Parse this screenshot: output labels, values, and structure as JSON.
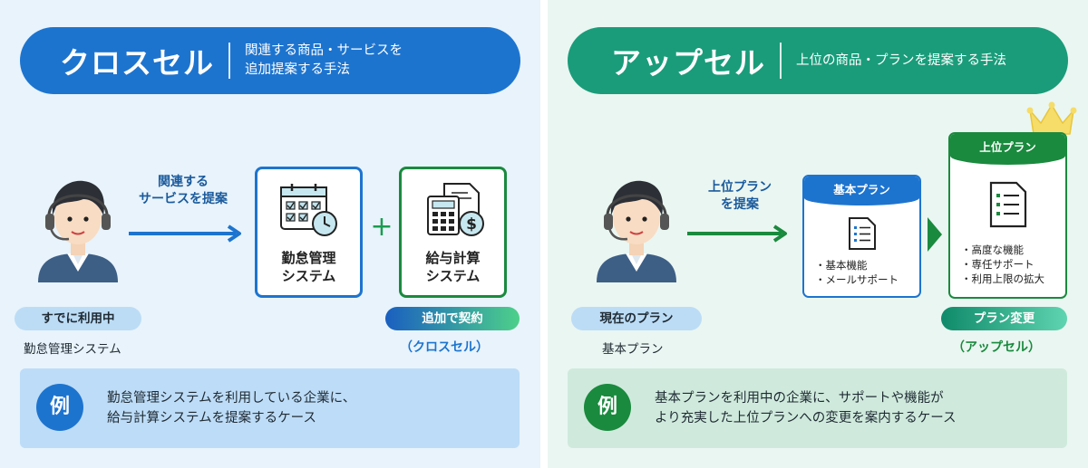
{
  "left": {
    "banner_title": "クロスセル",
    "banner_desc_line1": "関連する商品・サービスを",
    "banner_desc_line2": "追加提案する手法",
    "arrow_label_line1": "関連する",
    "arrow_label_line2": "サービスを提案",
    "box1_line1": "勤怠管理",
    "box1_line2": "システム",
    "plus": "+",
    "box2_line1": "給与計算",
    "box2_line2": "システム",
    "current_pill": "すでに利用中",
    "current_caption": "勤怠管理システム",
    "action_pill": "追加で契約",
    "action_caption": "（クロスセル）",
    "example_badge": "例",
    "example_line1": "勤怠管理システムを利用している企業に、",
    "example_line2": "給与計算システムを提案するケース"
  },
  "right": {
    "banner_title": "アップセル",
    "banner_desc": "上位の商品・プランを提案する手法",
    "arrow_label_line1": "上位プラン",
    "arrow_label_line2": "を提案",
    "basic_head": "基本プラン",
    "basic_features": [
      "・基本機能",
      "・メールサポート"
    ],
    "premium_head": "上位プラン",
    "premium_features": [
      "・高度な機能",
      "・専任サポート",
      "・利用上限の拡大"
    ],
    "current_pill": "現在のプラン",
    "current_caption": "基本プラン",
    "action_pill": "プラン変更",
    "action_caption": "（アップセル）",
    "example_badge": "例",
    "example_line1": "基本プランを利用中の企業に、サポートや機能が",
    "example_line2": "より充実した上位プランへの変更を案内するケース"
  },
  "colors": {
    "blue": "#1d74cf",
    "green": "#1a9c7a",
    "dark_green": "#1a8a3e"
  },
  "icons": [
    "person-headset-icon",
    "calendar-clock-icon",
    "calculator-coin-icon",
    "document-list-icon",
    "crown-icon",
    "arrow-right-icon",
    "triangle-right-icon"
  ]
}
